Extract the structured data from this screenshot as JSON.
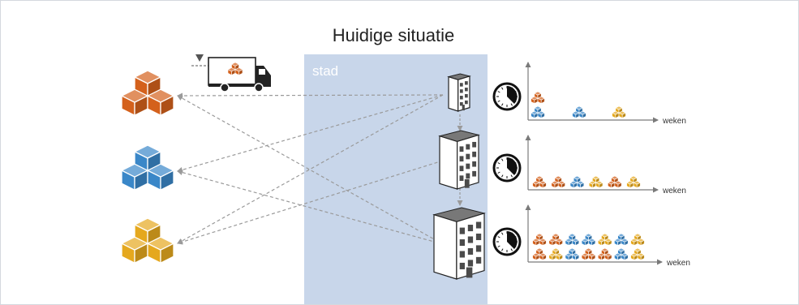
{
  "title": "Huidige situatie",
  "city_label": "stad",
  "axis_label": "weken",
  "colors": {
    "orange": "#d4611c",
    "blue": "#3a87c8",
    "yellow": "#e5a81e",
    "city_zone": "#c8d6ea",
    "arrow": "#9a9a9a",
    "building": "#4b4b4b"
  },
  "warehouses": [
    {
      "name": "orange-warehouse",
      "color": "orange"
    },
    {
      "name": "blue-warehouse",
      "color": "blue"
    },
    {
      "name": "yellow-warehouse",
      "color": "yellow"
    }
  ],
  "buildings": [
    {
      "name": "small-building"
    },
    {
      "name": "medium-building"
    },
    {
      "name": "large-building"
    }
  ],
  "timelines": [
    {
      "name": "timeline-small",
      "deliveries": [
        [
          "blue",
          "orange"
        ],
        [
          "blue"
        ],
        [
          "yellow"
        ]
      ]
    },
    {
      "name": "timeline-medium",
      "deliveries": [
        [
          "orange"
        ],
        [
          "orange"
        ],
        [
          "blue"
        ],
        [
          "yellow"
        ],
        [
          "orange"
        ],
        [
          "yellow"
        ]
      ]
    },
    {
      "name": "timeline-large",
      "deliveries": [
        [
          "orange",
          "orange"
        ],
        [
          "yellow",
          "orange"
        ],
        [
          "blue",
          "blue"
        ],
        [
          "orange",
          "blue"
        ],
        [
          "orange",
          "yellow"
        ],
        [
          "blue",
          "blue"
        ],
        [
          "yellow",
          "yellow"
        ]
      ]
    }
  ]
}
